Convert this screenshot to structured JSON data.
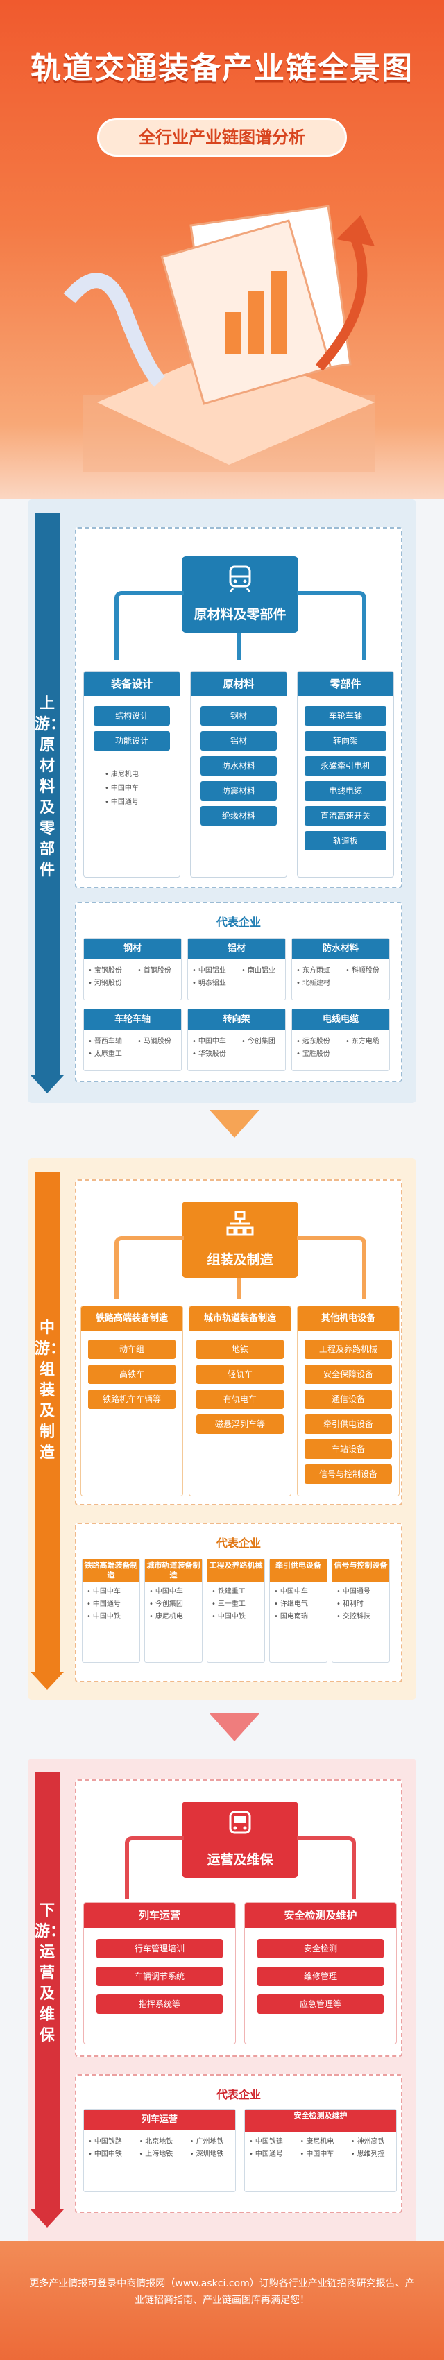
{
  "hero": {
    "title": "轨道交通装备产业链全景图",
    "subtitle": "全行业产业链图谱分析"
  },
  "upstream": {
    "spine": "上游：原材料及零部件",
    "hub": "原材料及零部件",
    "cols": [
      {
        "title": "装备设计",
        "items": [
          "结构设计",
          "功能设计"
        ],
        "companies": [
          "康尼机电",
          "中国中车",
          "中国通号"
        ]
      },
      {
        "title": "原材料",
        "items": [
          "钢材",
          "铝材",
          "防水材料",
          "防震材料",
          "绝缘材料"
        ]
      },
      {
        "title": "零部件",
        "items": [
          "车轮车轴",
          "转向架",
          "永磁牵引电机",
          "电线电缆",
          "直流高速开关",
          "轨道板"
        ]
      }
    ],
    "rep": {
      "title": "代表企业",
      "cards": [
        {
          "title": "钢材",
          "items": [
            "宝钢股份",
            "首钢股份",
            "河钢股份"
          ]
        },
        {
          "title": "铝材",
          "items": [
            "中国铝业",
            "南山铝业",
            "明泰铝业"
          ]
        },
        {
          "title": "防水材料",
          "items": [
            "东方雨虹",
            "科顺股份",
            "北新建材"
          ]
        },
        {
          "title": "车轮车轴",
          "items": [
            "晋西车轴",
            "马钢股份",
            "太原重工"
          ]
        },
        {
          "title": "转向架",
          "items": [
            "中国中车",
            "今创集团",
            "华铁股份"
          ]
        },
        {
          "title": "电线电缆",
          "items": [
            "远东股份",
            "东方电缆",
            "宝胜股份"
          ]
        }
      ]
    }
  },
  "midstream": {
    "spine": "中游：组装及制造",
    "hub": "组装及制造",
    "cols": [
      {
        "title": "铁路高端装备制造",
        "items": [
          "动车组",
          "高铁车",
          "铁路机车车辆等"
        ]
      },
      {
        "title": "城市轨道装备制造",
        "items": [
          "地铁",
          "轻轨车",
          "有轨电车",
          "磁悬浮列车等"
        ]
      },
      {
        "title": "其他机电设备",
        "items": [
          "工程及养路机械",
          "安全保障设备",
          "通信设备",
          "牵引供电设备",
          "车站设备",
          "信号与控制设备"
        ]
      }
    ],
    "rep": {
      "title": "代表企业",
      "cards": [
        {
          "title": "铁路高端装备制造",
          "items": [
            "中国中车",
            "中国通号",
            "中国中铁"
          ]
        },
        {
          "title": "城市轨道装备制造",
          "items": [
            "中国中车",
            "今创集团",
            "康尼机电"
          ]
        },
        {
          "title": "工程及养路机械",
          "items": [
            "铁建重工",
            "三一重工",
            "中国中铁"
          ]
        },
        {
          "title": "牵引供电设备",
          "items": [
            "中国中车",
            "许继电气",
            "国电南瑞"
          ]
        },
        {
          "title": "信号与控制设备",
          "items": [
            "中国通号",
            "和利时",
            "交控科技"
          ]
        }
      ]
    }
  },
  "downstream": {
    "spine": "下游：运营及维保",
    "hub": "运营及维保",
    "cols": [
      {
        "title": "列车运营",
        "items": [
          "行车管理培训",
          "车辆调节系统",
          "指挥系统等"
        ]
      },
      {
        "title": "安全检测及维护",
        "items": [
          "安全检测",
          "维修管理",
          "应急管理等"
        ]
      }
    ],
    "rep": {
      "title": "代表企业",
      "cards": [
        {
          "title": "列车运营",
          "items": [
            "中国铁路",
            "北京地铁",
            "广州地铁",
            "中国中铁",
            "上海地铁",
            "深圳地铁"
          ]
        },
        {
          "title": "安全检测及维护",
          "items": [
            "中国铁建",
            "康尼机电",
            "神州高铁",
            "中国通号",
            "中国中车",
            "思维列控"
          ]
        }
      ]
    }
  },
  "footer": "更多产业情报可登录中商情报网（www.askci.com）订购各行业产业链招商研究报告、产业链招商指南、产业链画图库再满足您！",
  "colors": {
    "blue": "#1f7db3",
    "orange": "#f08a1c",
    "red": "#e0333a"
  }
}
